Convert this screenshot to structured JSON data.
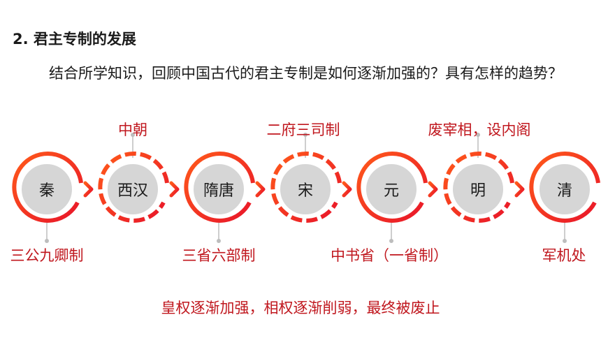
{
  "heading": "2. 君主专制的发展",
  "question": "结合所学知识，回顾中国古代的君主专制是如何逐渐加强的？具有怎样的趋势？",
  "timeline": {
    "dynasties": [
      "秦",
      "西汉",
      "隋唐",
      "宋",
      "元",
      "明",
      "清"
    ],
    "top_labels": {
      "western_han": "中朝",
      "song": "二府三司制",
      "ming": "废宰相，设内阁"
    },
    "bottom_labels": {
      "qin": "三公九卿制",
      "sui_tang": "三省六部制",
      "yuan": "中书省（一省制）",
      "qing": "军机处"
    }
  },
  "summary": "皇权逐渐加强，相权逐渐削弱，最终被废止",
  "colors": {
    "accent": "#ff2a1a",
    "accent_dark": "#e8262a",
    "label_red": "#c0171e",
    "node_gray": "#d6d6d6"
  }
}
